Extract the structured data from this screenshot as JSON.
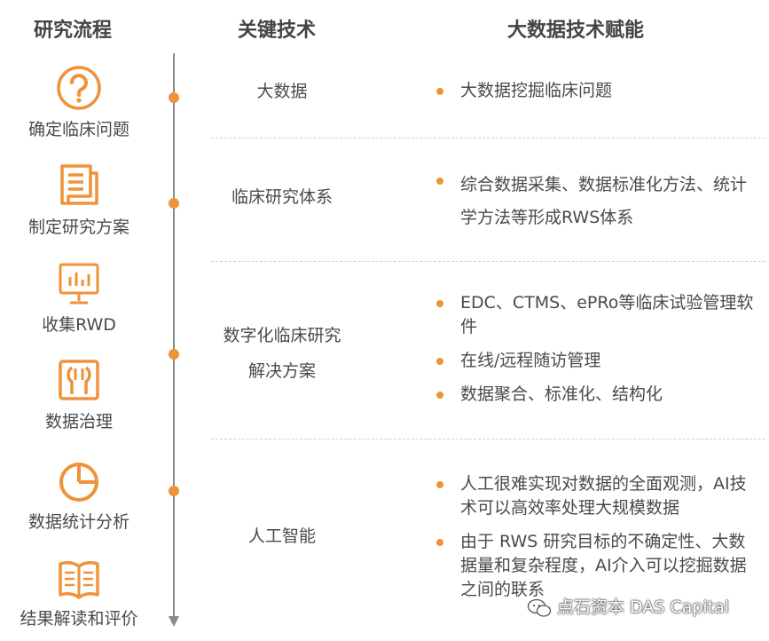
{
  "headers": {
    "process": "研究流程",
    "tech": "关键技术",
    "empower": "大数据技术赋能"
  },
  "steps": [
    {
      "label": "确定临床问题",
      "icon": "question-icon"
    },
    {
      "label": "制定研究方案",
      "icon": "document-icon"
    },
    {
      "label": "收集RWD",
      "icon": "monitor-chart-icon"
    },
    {
      "label": "数据治理",
      "icon": "tool-icon"
    },
    {
      "label": "数据统计分析",
      "icon": "pie-chart-icon"
    },
    {
      "label": "结果解读和评价",
      "icon": "open-book-icon"
    }
  ],
  "rows": [
    {
      "tech": "大数据",
      "bullets": [
        "大数据挖掘临床问题"
      ]
    },
    {
      "tech": "临床研究体系",
      "bullets": [
        "综合数据采集、数据标准化方法、统计学方法等形成RWS体系"
      ]
    },
    {
      "tech_lines": [
        "数字化临床研究",
        "解决方案"
      ],
      "bullets": [
        "EDC、CTMS、ePRo等临床试验管理软件",
        "在线/远程随访管理",
        "数据聚合、标准化、结构化"
      ]
    },
    {
      "tech": "人工智能",
      "bullets": [
        "人工很难实现对数据的全面观测，AI技术可以高效率处理大规模数据",
        "由于 RWS 研究目标的不确定性、大数据量和复杂程度，AI介入可以挖掘数据之间的联系"
      ]
    }
  ],
  "watermark": "点石资本 DAS Capital",
  "colors": {
    "accent": "#f0923a",
    "text": "#4a4a4a",
    "line": "#8a8a8a"
  }
}
